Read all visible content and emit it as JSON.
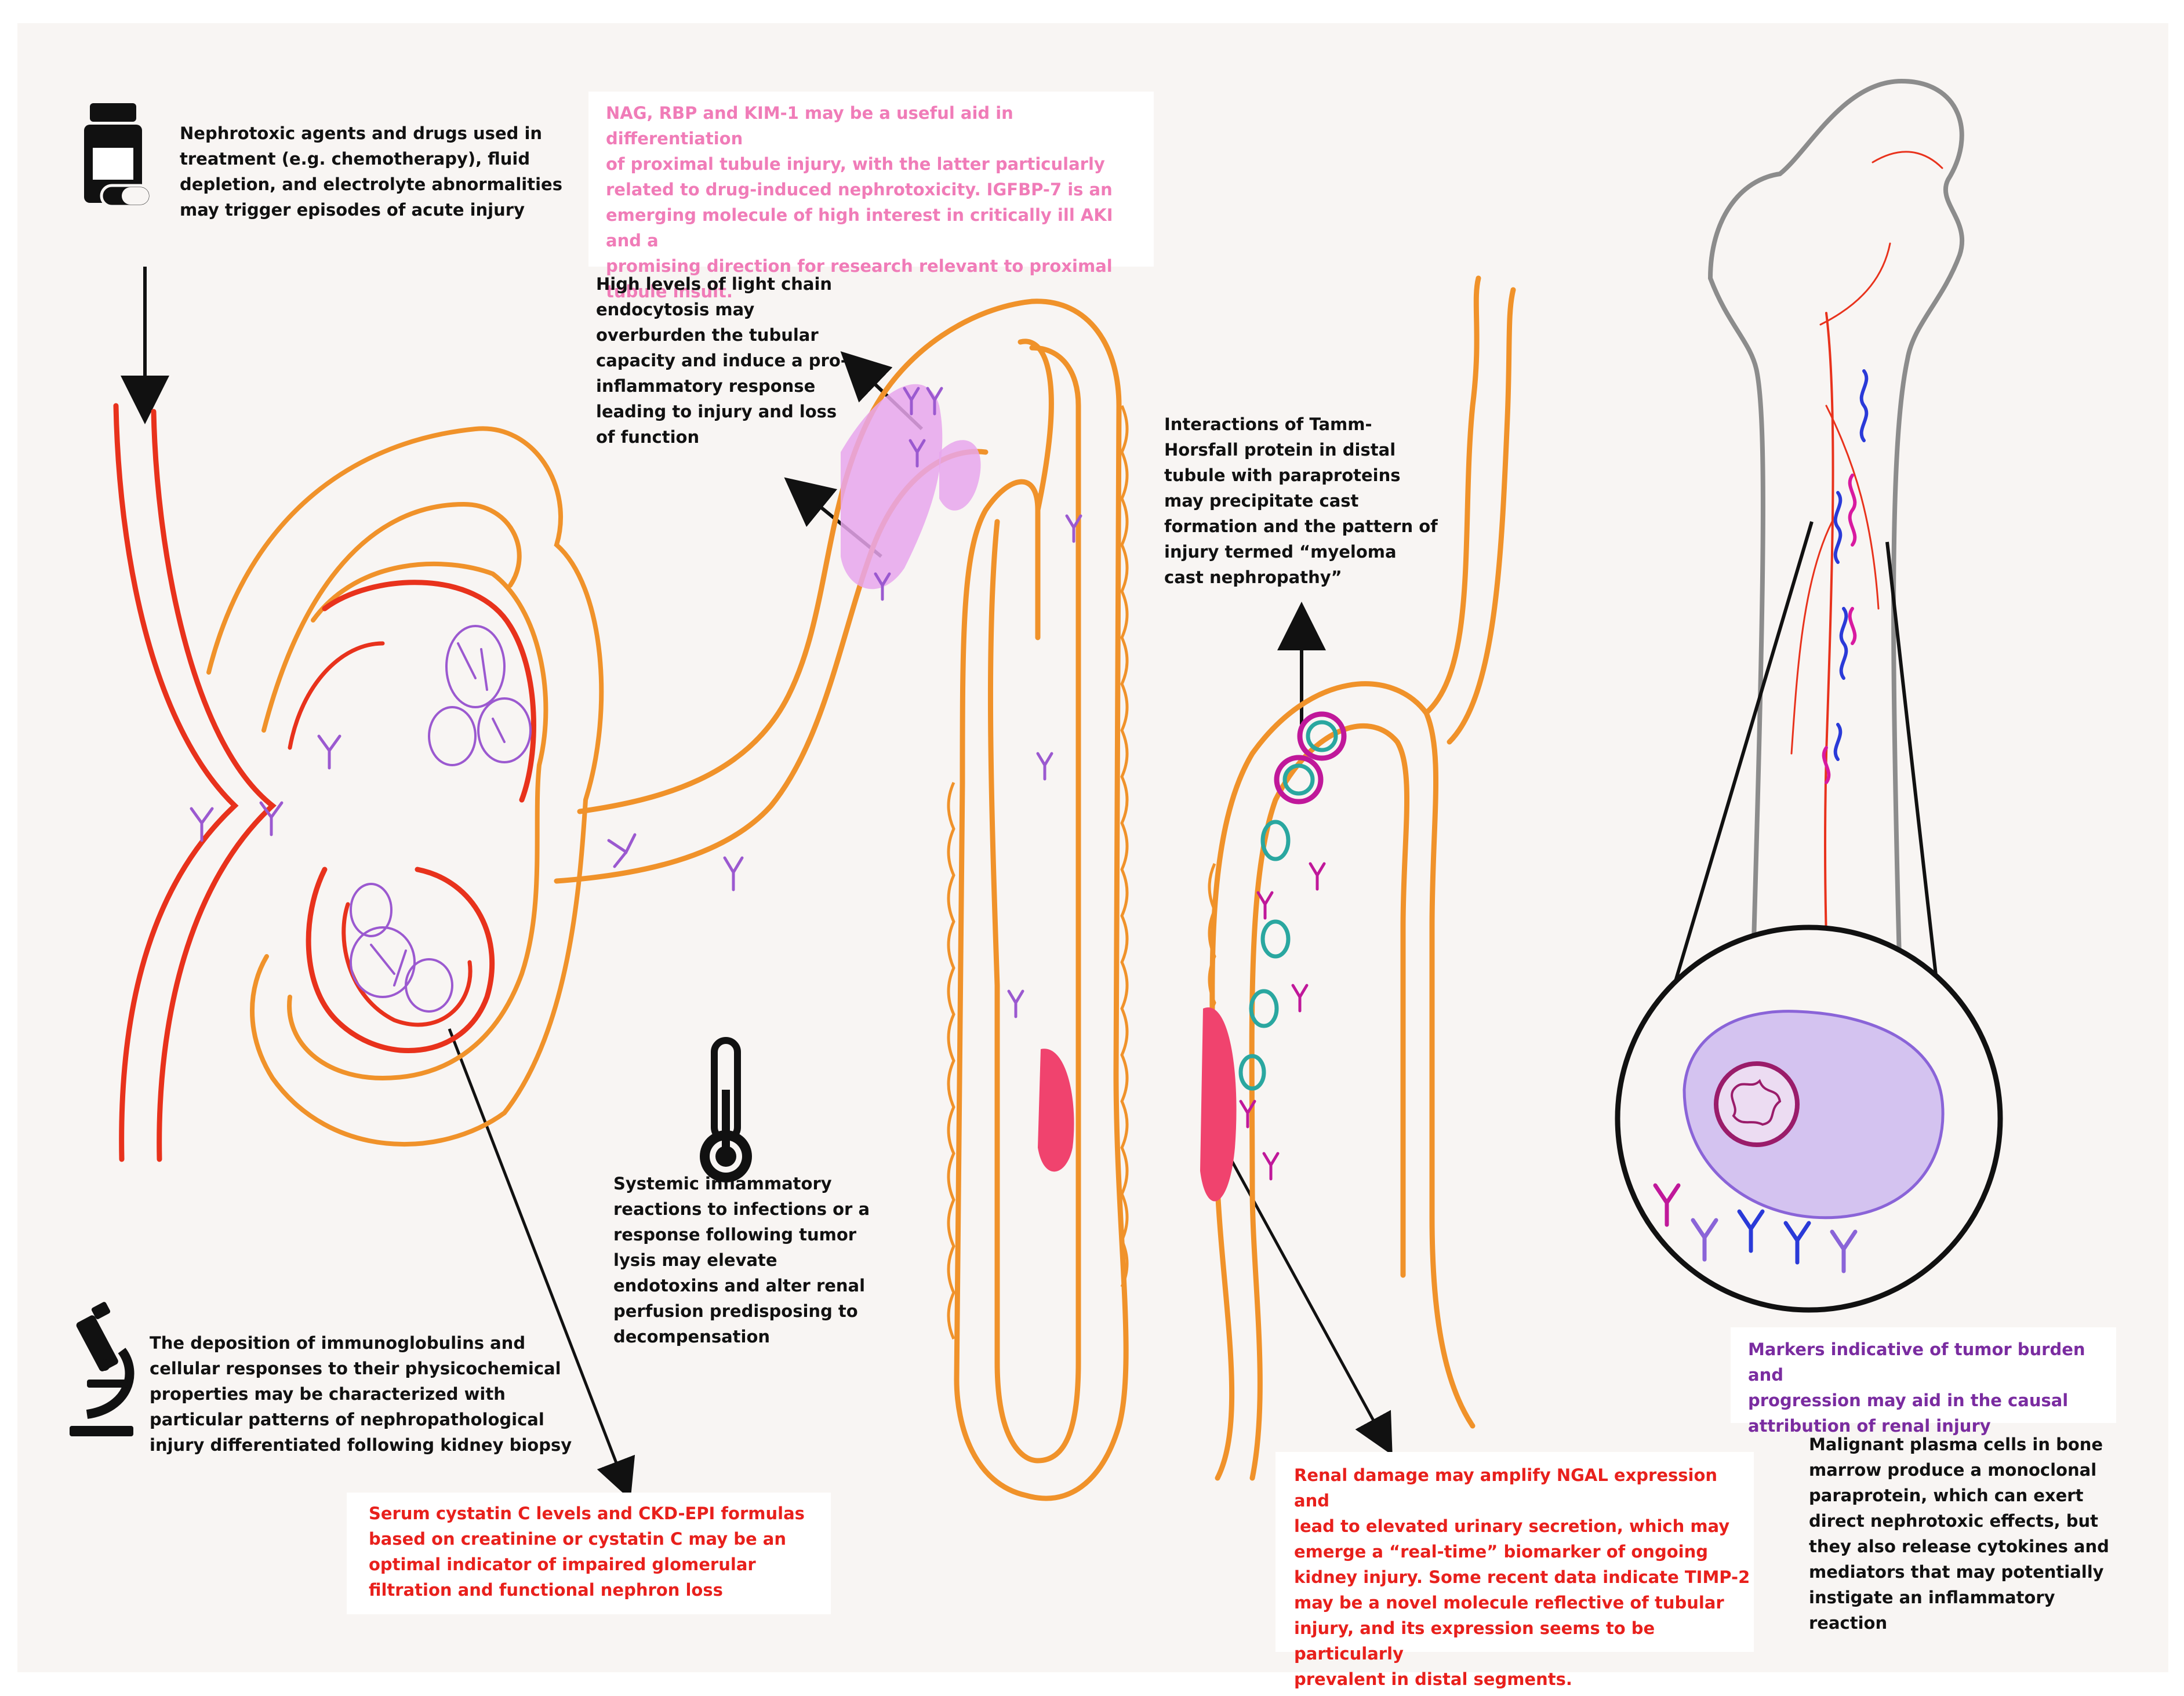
{
  "captions": {
    "nephrotoxic": "Nephrotoxic agents and drugs used in\ntreatment (e.g. chemotherapy), fluid\ndepletion, and electrolyte abnormalities\nmay trigger episodes of acute injury",
    "nag_rbp": "NAG, RBP and KIM-1 may be a useful aid in differentiation\nof proximal tubule injury, with the latter particularly\nrelated to drug-induced nephrotoxicity. IGFBP-7 is an\nemerging molecule of high interest in critically ill AKI and a\npromising direction for research relevant to proximal\ntubule insult.",
    "light_chain": "High levels of light chain\nendocytosis may\noverburden the tubular\ncapacity and induce a pro-\ninflammatory response\nleading to injury and loss\nof function",
    "tamm_horsfall": "Interactions of Tamm-\nHorsfall protein in distal\ntubule with paraproteins\nmay precipitate cast\nformation and the pattern of\ninjury termed “myeloma\ncast nephropathy”",
    "systemic": "Systemic inflammatory\nreactions to infections or a\nresponse following tumor\nlysis may elevate\nendotoxins and alter renal\nperfusion predisposing to\ndecompensation",
    "deposition": "The deposition of immunoglobulins and\ncellular responses to their physicochemical\nproperties may be characterized with\nparticular patterns of nephropathological\ninjury differentiated following kidney biopsy",
    "cystatin": "Serum cystatin C levels and CKD-EPI formulas\nbased on creatinine or cystatin C may be an\noptimal indicator of impaired glomerular\nfiltration and functional nephron loss",
    "ngal": "Renal damage may amplify NGAL expression and\nlead to elevated urinary secretion, which may\nemerge a “real-time” biomarker of ongoing\nkidney injury. Some recent data indicate TIMP-2\nmay be a novel molecule reflective of tubular\ninjury, and its expression seems to be particularly\nprevalent in distal segments.",
    "tumor_burden": "Markers indicative of tumor burden and\nprogression may aid in the causal\nattribution of renal injury",
    "plasma_cells": "Malignant plasma cells in bone\nmarrow produce a monoclonal\nparaprotein, which can exert\ndirect nephrotoxic effects, but\nthey also release cytokines and\nmediators that may potentially\ninstigate an inflammatory\nreaction"
  },
  "icons": [
    "medicine-bottle-icon",
    "thermometer-icon",
    "microscope-icon"
  ],
  "colors": {
    "background": "#f8f5f3",
    "tubule": "#f0922a",
    "vessel": "#e8321c",
    "glomerulus_cells": "#9b59d0",
    "antibody": "#9b59d0",
    "cast_teal": "#2aa7a0",
    "cast_magenta": "#c0189a",
    "pink_text": "#f07cb8",
    "red_text": "#e8201c",
    "purple_text": "#7a2ca0",
    "bone": "#8c8c8c"
  }
}
